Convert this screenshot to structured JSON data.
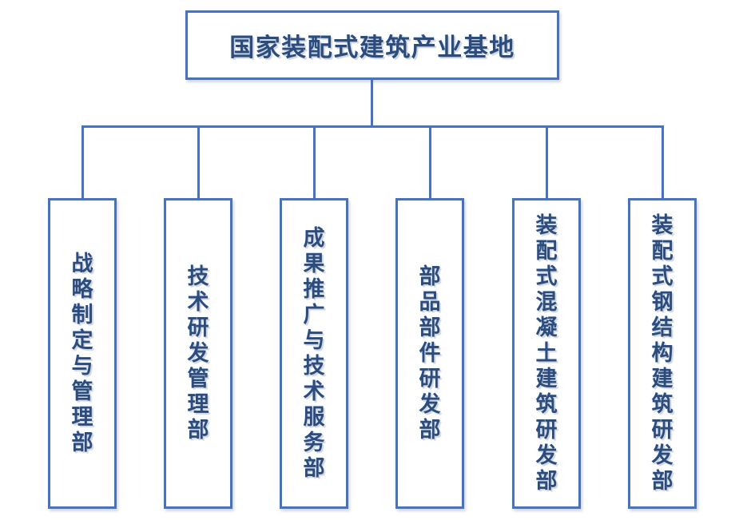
{
  "chart": {
    "type": "org-chart",
    "root_label": "国家装配式建筑产业基地",
    "departments": [
      {
        "label": "战略制定与管理部"
      },
      {
        "label": "技术研发管理部"
      },
      {
        "label": "成果推广与技术服务部"
      },
      {
        "label": "部品部件研发部"
      },
      {
        "label": "装配式混凝土建筑研发部"
      },
      {
        "label": "装配式钢结构建筑研发部"
      }
    ]
  },
  "colors": {
    "border_blue": "#4472C4",
    "text_navy": "#2B4C7D",
    "background": "#FFFFFF"
  }
}
